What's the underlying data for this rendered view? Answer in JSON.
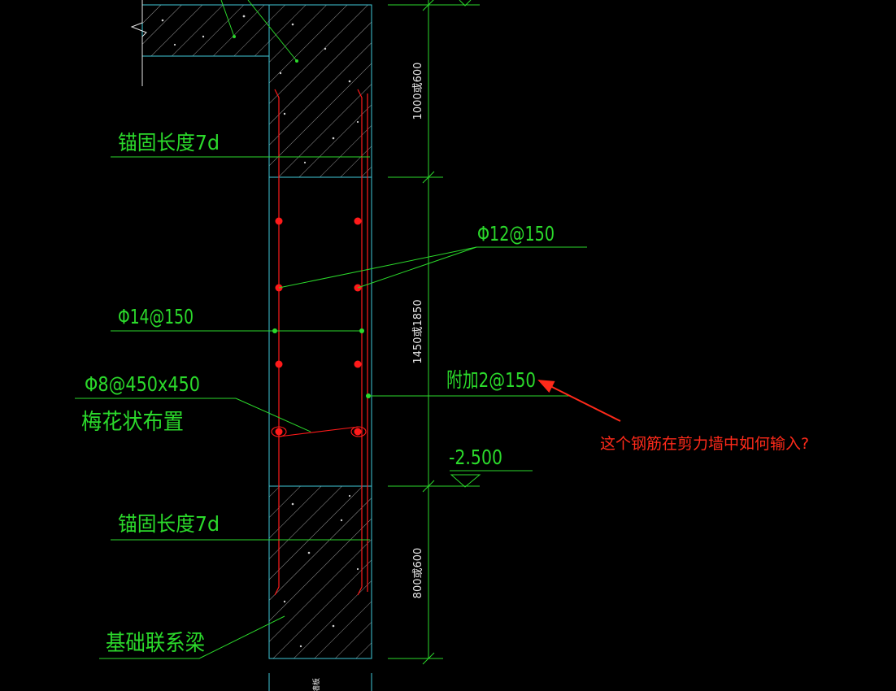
{
  "labels": {
    "anchorage_top": "锚固长度7d",
    "bar_12": "Φ12@150",
    "bar_14": "Φ14@150",
    "tie_8": "Φ8@450x450",
    "tie_pattern": "梅花状布置",
    "additional": "附加2@150",
    "elevation": "-2.500",
    "anchorage_bottom": "锚固长度7d",
    "foundation_beam": "基础联系梁"
  },
  "dimensions": {
    "top": "1000或600",
    "middle": "1450或1850",
    "bottom": "800或600"
  },
  "bottom_stub_text": "墙板",
  "question": "这个钢筋在剪力墙中如何输入?",
  "colors": {
    "background": "#000000",
    "concrete_outline": "#3fc8d8",
    "hatch": "#bdbdbd",
    "leader_green": "#2bd92b",
    "rebar_red": "#ff1a1a",
    "question_red": "#ff2a1a",
    "dimension_text": "#e8e8e8"
  }
}
